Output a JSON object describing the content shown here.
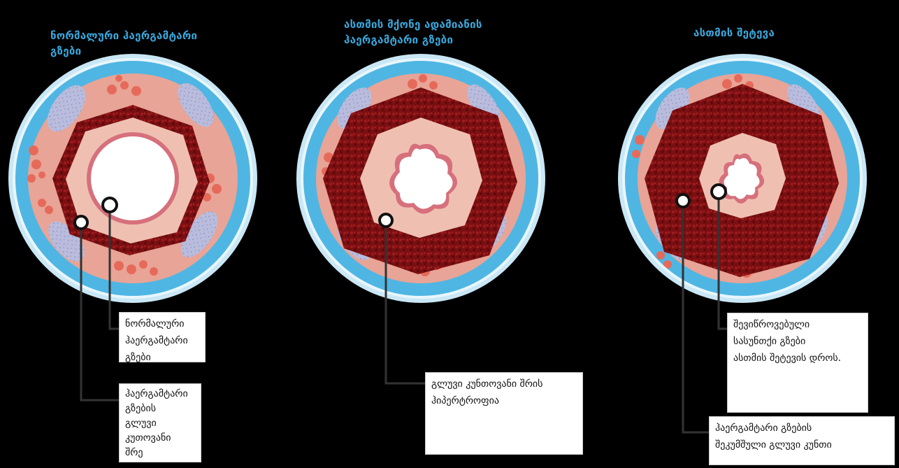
{
  "panels": [
    {
      "title": "ნორმალური ჰაერგამტარი\nგზები",
      "labels": [
        "ნორმალური\nჰაერგამტარი\nგზები",
        "ჰაერგამტარი\nგზების\nგლუვი\nკუთოვანი\nშრე"
      ]
    },
    {
      "title": "ასთმის მქონე ადამიანის\nჰაერგამტარი გზები",
      "labels": [
        "გლუვი კუნთოვანი შრის\nჰიპერტროფია"
      ]
    },
    {
      "title": "ასთმის შეტევა",
      "labels": [
        "შევიწროვებული\nსასუნთქი გზები\nასთმის შეტევის დროს.",
        "ჰაერგამტარი გზების\nშეკუმშული გლუვი კუნთი"
      ]
    }
  ],
  "colors": {
    "title": "#3aa8dc",
    "outer_ring": "#4fb6e3",
    "tissue": "#e8a496",
    "muscle": "#7a0f12",
    "mucosa": "#efc0b2",
    "lumen": "#ffffff",
    "gland": "#b9bcdc",
    "vessel": "#e66a5a"
  }
}
